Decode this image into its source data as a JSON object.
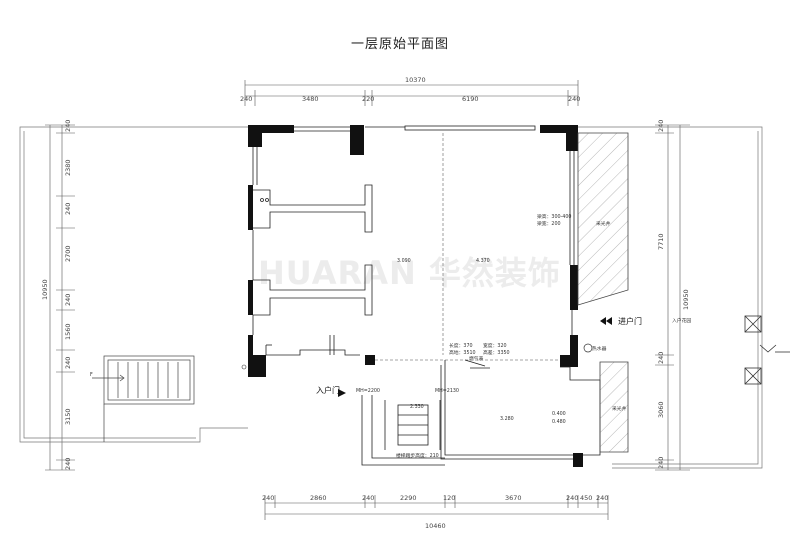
{
  "title": "一层原始平面图",
  "watermark": "HUARAN 华然装饰",
  "dims_top": {
    "total": "10370",
    "segments": [
      "240",
      "3480",
      "220",
      "6190",
      "240"
    ]
  },
  "dims_bottom": {
    "total": "10460",
    "segments": [
      "240",
      "2860",
      "240",
      "2290",
      "120",
      "3670",
      "240",
      "450",
      "240"
    ]
  },
  "dims_left": {
    "total": "10950",
    "segments": [
      "240",
      "2380",
      "240",
      "2700",
      "240",
      "1560",
      "240",
      "3150",
      "240"
    ]
  },
  "dims_right": {
    "total": "10950",
    "segments": [
      "240",
      "7710",
      "240",
      "3060",
      "240"
    ]
  },
  "labels": {
    "entrance": "入户门",
    "entry_door": "进户门",
    "light_well_1": "采光井",
    "light_well_2": "采光井",
    "water_heater": "热水器",
    "garden": "入户花园",
    "stair_f": "F",
    "stair_note": "楼梯踏步高度：210",
    "gas_meter": "燃气表",
    "mh1": "MH=2200",
    "mh2": "MH=2130",
    "beam1_a": "梁高：300-400",
    "beam1_b": "梁宽：200",
    "beam2_a": "长度：370",
    "beam2_b": "宽度：320",
    "beam2_c": "高地：3510",
    "beam2_d": "高差：3350",
    "room_h1": "3.090",
    "room_h2": "4.370",
    "room_h3": "3.280",
    "room_h4": "0.400",
    "room_h5": "0.480",
    "step_w": "2.330"
  }
}
